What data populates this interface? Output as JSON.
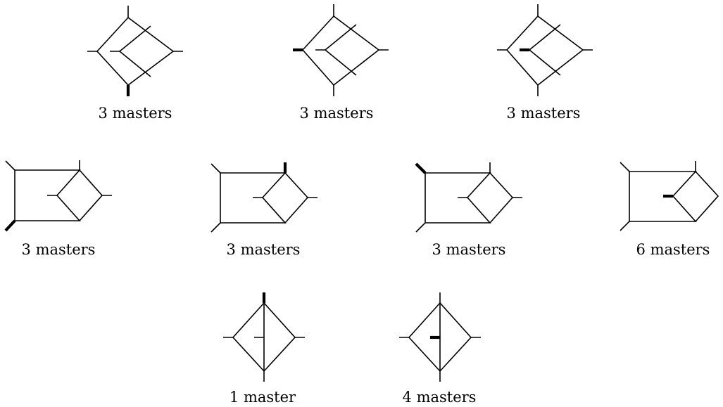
{
  "diagrams": [
    {
      "shape": "double-box",
      "caption": "3 masters",
      "marked_line": "bottom leg"
    },
    {
      "shape": "double-box",
      "caption": "3 masters",
      "marked_line": "left leg"
    },
    {
      "shape": "double-box",
      "caption": "3 masters",
      "marked_line": "inner leg"
    },
    {
      "shape": "box-with-diamond",
      "caption": "3 masters",
      "marked_line": "bottom-left leg"
    },
    {
      "shape": "box-with-diamond",
      "caption": "3 masters",
      "marked_line": "top-middle leg"
    },
    {
      "shape": "box-with-diamond",
      "caption": "3 masters",
      "marked_line": "top-left leg"
    },
    {
      "shape": "box-with-diamond",
      "caption": "6 masters",
      "marked_line": "inner leg"
    },
    {
      "shape": "diamond-with-center-line",
      "caption": "1 master",
      "marked_line": "top leg"
    },
    {
      "shape": "diamond-with-center-line",
      "caption": "4 masters",
      "marked_line": "inner leg"
    }
  ],
  "colors": {
    "line": "#000000",
    "background": "#ffffff"
  }
}
